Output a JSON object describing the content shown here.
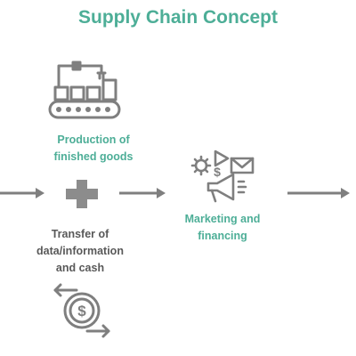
{
  "title": "Supply Chain Concept",
  "nodes": {
    "production": {
      "label_line1": "Production of",
      "label_line2": "finished goods",
      "icon": "factory-conveyor-icon"
    },
    "transfer": {
      "label_line1": "Transfer of",
      "label_line2": "data/information",
      "label_line3": "and cash",
      "icon": "money-exchange-icon"
    },
    "marketing": {
      "label_line1": "Marketing and",
      "label_line2": "financing",
      "icon": "marketing-megaphone-icon"
    }
  },
  "colors": {
    "accent": "#4dae97",
    "icon_gray": "#7f7f7f",
    "arrow_gray": "#7f7f7f",
    "text_gray": "#595959"
  }
}
